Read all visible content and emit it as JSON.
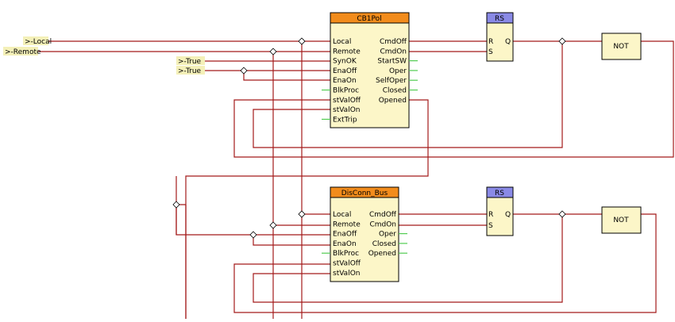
{
  "inputs": {
    "local": ">-Local",
    "remote": ">-Remote",
    "true1": ">-True",
    "true2": ">-True"
  },
  "cb1pol": {
    "title": "CB1Pol",
    "inputs": [
      "Local",
      "Remote",
      "SynOK",
      "EnaOff",
      "EnaOn",
      "BlkProc",
      "stValOff",
      "stValOn",
      "ExtTrip"
    ],
    "outputs": [
      "CmdOff",
      "CmdOn",
      "StartSW",
      "Oper",
      "SelfOper",
      "Closed",
      "Opened"
    ]
  },
  "disconn": {
    "title": "DisConn_Bus",
    "inputs": [
      "Local",
      "Remote",
      "EnaOff",
      "EnaOn",
      "BlkProc",
      "stValOff",
      "stValOn"
    ],
    "outputs": [
      "CmdOff",
      "CmdOn",
      "Oper",
      "Closed",
      "Opened"
    ]
  },
  "rs1": {
    "title": "RS",
    "pin_r": "R",
    "pin_s": "S",
    "pin_q": "Q"
  },
  "rs2": {
    "title": "RS",
    "pin_r": "R",
    "pin_s": "S",
    "pin_q": "Q"
  },
  "not1": {
    "label": "NOT"
  },
  "not2": {
    "label": "NOT"
  },
  "colors": {
    "wire": "#a31a1a",
    "block_fill": "#fcf6c8",
    "cb_header": "#f28c1c",
    "rs_header": "#8a8ae6",
    "input_tag": "#f4f0b8",
    "green_pin": "#52cc52"
  }
}
